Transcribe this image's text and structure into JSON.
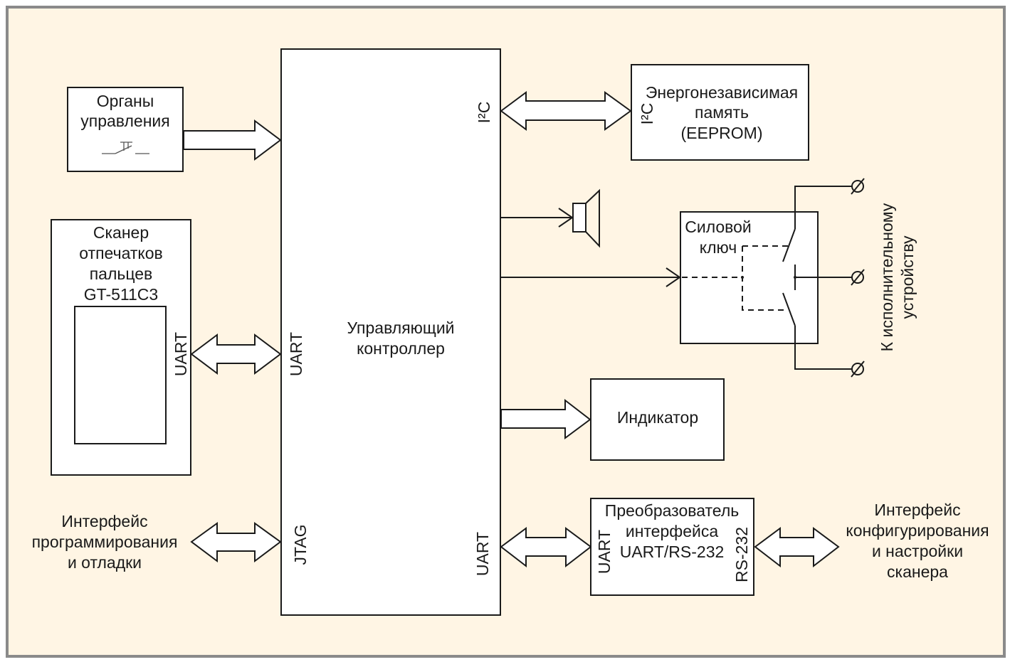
{
  "colors": {
    "background": "#FFF5E4",
    "frame": "#8A8A8A",
    "stroke": "#1A1A1A",
    "block_fill": "#FFFFFF"
  },
  "blocks": {
    "controls": {
      "lines": [
        "Органы",
        "управления"
      ],
      "icon": "pushbutton-switch-icon"
    },
    "scanner": {
      "lines": [
        "Сканер",
        "отпечатков",
        "пальцев",
        "GT-511C3"
      ],
      "port": "UART"
    },
    "controller": {
      "lines": [
        "Управляющий",
        "контроллер"
      ],
      "ports": {
        "i2c": "I²C",
        "uart_left": "UART",
        "jtag": "JTAG",
        "uart_right": "UART"
      }
    },
    "eeprom": {
      "lines": [
        "Энергонезависимая",
        "память",
        "(EEPROM)"
      ],
      "port": "I²C"
    },
    "speaker": {
      "icon": "speaker-icon"
    },
    "power_switch": {
      "lines": [
        "Силовой",
        "ключ"
      ]
    },
    "indicator": {
      "lines": [
        "Индикатор"
      ]
    },
    "converter": {
      "lines": [
        "Преобразователь",
        "интерфейса",
        "UART/RS-232"
      ],
      "port_left": "UART",
      "port_right": "RS-232"
    }
  },
  "labels": {
    "programming": [
      "Интерфейс",
      "программирования",
      "и отладки"
    ],
    "configuration": [
      "Интерфейс",
      "конфигурирования",
      "и настройки",
      "сканера"
    ],
    "actuator": [
      "К исполнительному",
      "устройству"
    ]
  },
  "connections": [
    {
      "from": "controls",
      "to": "controller",
      "type": "bus-unidirectional"
    },
    {
      "from": "scanner",
      "to": "controller",
      "type": "bus-bidirectional",
      "protocol": "UART"
    },
    {
      "from": "programming",
      "to": "controller",
      "type": "bus-bidirectional",
      "protocol": "JTAG"
    },
    {
      "from": "controller",
      "to": "eeprom",
      "type": "bus-bidirectional",
      "protocol": "I²C"
    },
    {
      "from": "controller",
      "to": "speaker",
      "type": "signal"
    },
    {
      "from": "controller",
      "to": "power_switch",
      "type": "signal"
    },
    {
      "from": "controller",
      "to": "indicator",
      "type": "bus-unidirectional"
    },
    {
      "from": "controller",
      "to": "converter",
      "type": "bus-bidirectional",
      "protocol": "UART"
    },
    {
      "from": "converter",
      "to": "configuration",
      "type": "bus-bidirectional",
      "protocol": "RS-232"
    },
    {
      "from": "power_switch",
      "to": "actuator",
      "type": "terminals",
      "count": 3
    }
  ]
}
